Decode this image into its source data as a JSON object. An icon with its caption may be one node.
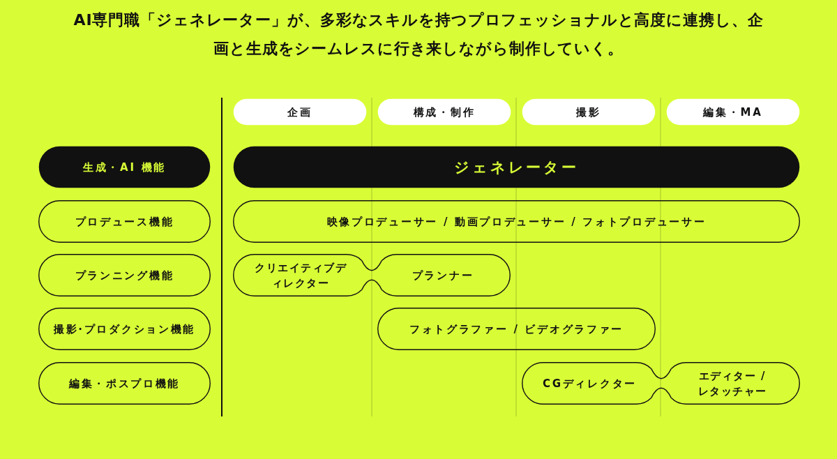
{
  "diagram": {
    "title": "AI専門職「ジェネレーター」が、多彩なスキルを持つプロフェッショナルと高度に連携し、企画と生成をシームレスに行き来しながら制作していく。",
    "nodes": [
      {
        "text": [
          "企画"
        ]
      },
      {
        "text": [
          "構成・制作"
        ]
      },
      {
        "text": [
          "撮影"
        ]
      },
      {
        "text": [
          "編集・MA"
        ]
      },
      {
        "text": [
          "生成・AI 機能"
        ]
      },
      {
        "text": [
          "ジェネレーター"
        ]
      },
      {
        "text": [
          "プロデュース機能"
        ]
      },
      {
        "text": [
          "映像プロデューサー / 動画プロデューサー / フォトプロデューサー"
        ]
      },
      {
        "text": [
          "プランニング機能"
        ]
      },
      {
        "text": [
          "クリエイティブディレクター"
        ]
      },
      {
        "text": [
          "プランナー"
        ]
      },
      {
        "text": [
          "撮影·プロダクション機能"
        ]
      },
      {
        "text": [
          "フォトグラファー / ビデオグラファー"
        ]
      },
      {
        "text": [
          "編集・ポスプロ機能"
        ]
      },
      {
        "text": [
          "CGディレクター"
        ]
      },
      {
        "text": [
          "エディター / レタッチャー"
        ]
      }
    ],
    "edges": [
      {
        "from": 9,
        "to": 10,
        "arrow": "none"
      },
      {
        "from": 14,
        "to": 15,
        "arrow": "none"
      }
    ]
  }
}
